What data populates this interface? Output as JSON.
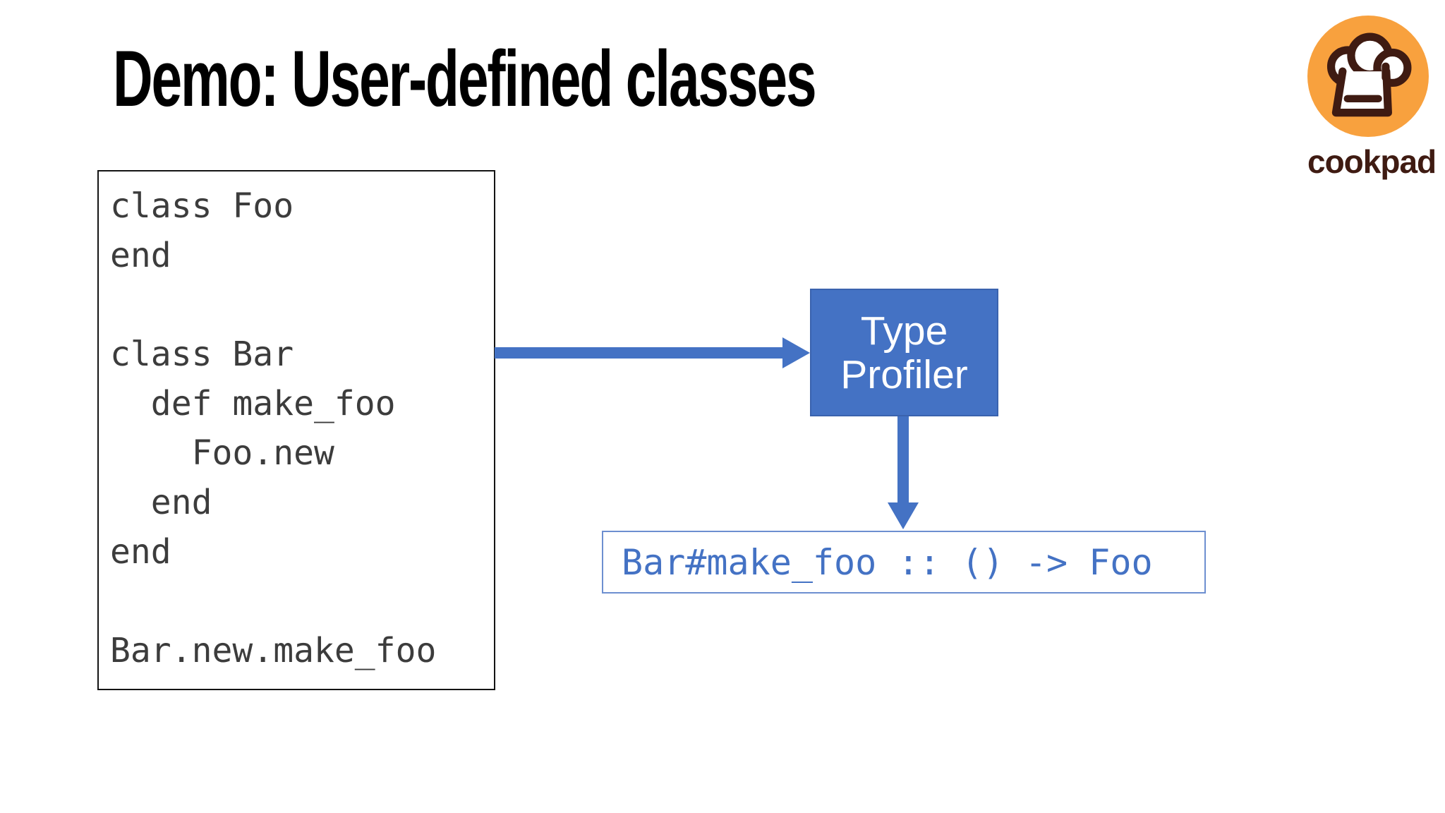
{
  "slide": {
    "title": "Demo: User-defined classes"
  },
  "code_box": {
    "lines": [
      "class Foo",
      "end",
      "",
      "class Bar",
      "  def make_foo",
      "    Foo.new",
      "  end",
      "end",
      "",
      "Bar.new.make_foo"
    ]
  },
  "diagram": {
    "profiler_box": {
      "line1": "Type",
      "line2": "Profiler"
    },
    "result_box": {
      "text": "Bar#make_foo :: () -> Foo"
    }
  },
  "logo": {
    "wordmark": "cookpad"
  },
  "colors": {
    "accent_blue": "#4472C4",
    "accent_blue_dark": "#3A62AE",
    "result_border": "#6D8FD0",
    "result_text": "#4472C4",
    "code_text": "#3C3C3C",
    "code_border": "#141414",
    "brand_orange": "#F8A13E",
    "brand_brown": "#3F1B12",
    "title_black": "#000000"
  }
}
